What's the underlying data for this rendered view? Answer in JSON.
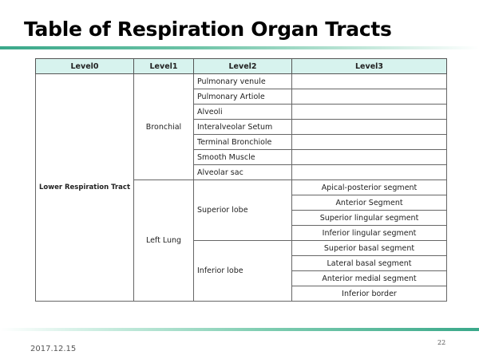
{
  "title": "Table of Respiration Organ Tracts",
  "table": {
    "headers": [
      "Level0",
      "Level1",
      "Level2",
      "Level3"
    ],
    "level0": "Lower Respiration Tract",
    "groups": {
      "bronchial": {
        "label": "Bronchial",
        "items": [
          "Pulmonary venule",
          "Pulmonary Artiole",
          "Alveoli",
          "Interalveolar Setum",
          "Terminal Bronchiole",
          "Smooth Muscle",
          "Alveolar sac"
        ]
      },
      "left_lung": {
        "label": "Left Lung",
        "superior_lobe": {
          "label": "Superior lobe",
          "segments": [
            "Apical-posterior segment",
            "Anterior Segment",
            "Superior lingular segment",
            "Inferior lingular segment"
          ]
        },
        "inferior_lobe": {
          "label": "Inferior lobe",
          "segments": [
            "Superior basal segment",
            "Lateral basal segment",
            "Anterior medial segment",
            "Inferior border"
          ]
        }
      }
    }
  },
  "footer": {
    "page_number": "22",
    "date": "2017.12.15"
  },
  "colors": {
    "header_fill": "#d7f3ee",
    "accent_green": "#3aa88a"
  }
}
